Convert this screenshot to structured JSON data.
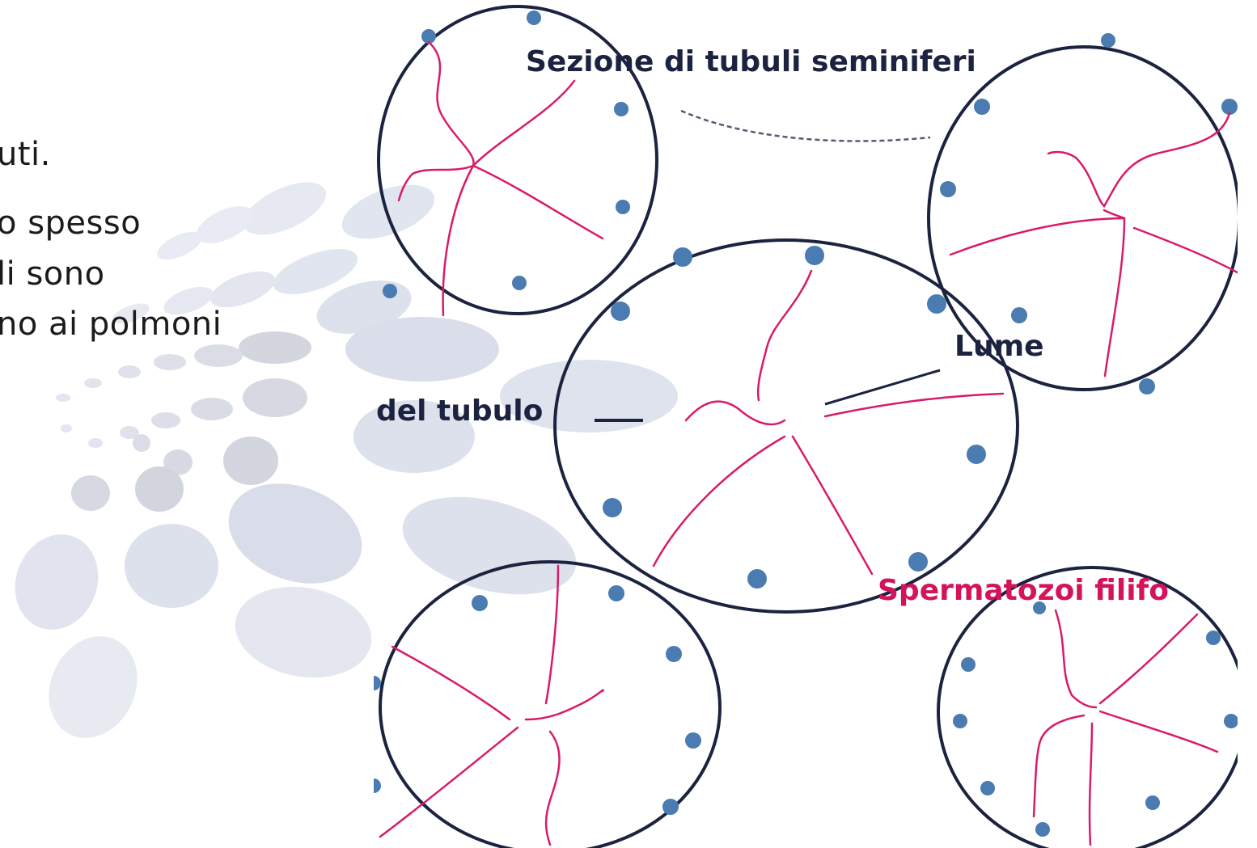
{
  "slide": {
    "text_lines": [
      "uti.",
      "o spesso",
      "li sono",
      "no ai polmoni"
    ]
  },
  "diagram": {
    "title": "Sezione di tubuli seminiferi",
    "lumen_label": "Lume",
    "tubule_label": "del tubulo",
    "sperm_label": "Spermatozoi filifo"
  },
  "colors": {
    "outline": "#1c2340",
    "cell_nucleus": "#4a7bb1",
    "sperm": "#d81b69",
    "sperm_label": "#d4145a",
    "decor_light": "#dfe3ef",
    "decor_gray": "#cfd2dc",
    "text": "#1b1b1b"
  }
}
